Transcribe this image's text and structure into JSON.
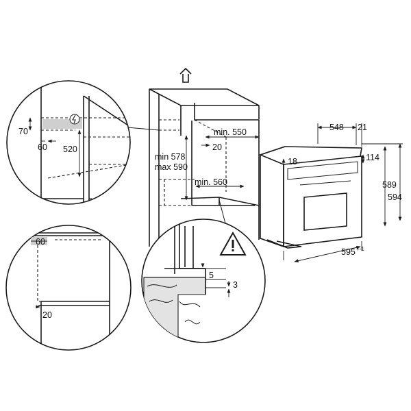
{
  "dimensions": {
    "top_detail": {
      "d70": "70",
      "d60": "60",
      "d520": "520"
    },
    "niche": {
      "min550": "min. 550",
      "d20": "20",
      "min578": "min 578",
      "max590": "max 590",
      "min560": "min. 560"
    },
    "bottom_detail": {
      "d60": "60",
      "d20": "20"
    },
    "floor_detail": {
      "d5": "5",
      "d3": "3"
    },
    "oven": {
      "d548": "548",
      "d21": "21",
      "d18": "18",
      "d114": "114",
      "d589": "589",
      "d594": "594",
      "d595": "595",
      "tol": "+-1"
    }
  },
  "icons": {
    "electrical": "lightning-bolt-icon",
    "warning": "warning-triangle-icon",
    "vent": "vent-arrow-up-icon"
  }
}
